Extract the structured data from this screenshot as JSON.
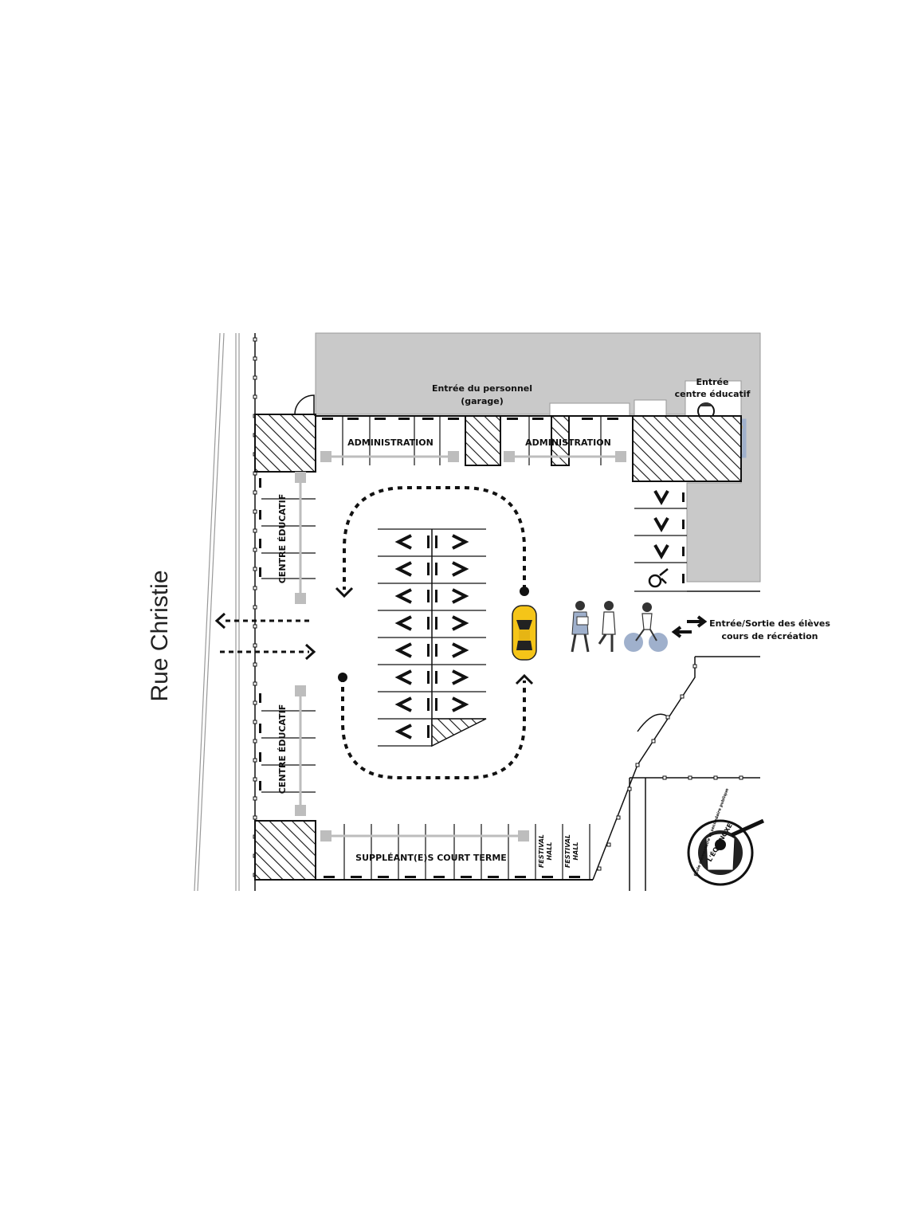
{
  "street_name": "Rue Christie",
  "labels": {
    "staff_entrance_line1": "Entrée du personnel",
    "staff_entrance_line2": "(garage)",
    "edu_entrance_line1": "Entrée",
    "edu_entrance_line2": "centre éducatif",
    "admin_1": "ADMINISTRATION",
    "admin_2": "ADMINISTRATION",
    "centre_educatif_1": "CENTRE ÉDUCATIF",
    "centre_educatif_2": "CENTRE ÉDUCATIF",
    "substitutes": "SUPPLÉANT(E)S COURT TERME",
    "festival_1_line1": "FESTIVAL",
    "festival_1_line2": "HALL",
    "festival_2_line1": "FESTIVAL",
    "festival_2_line2": "HALL",
    "students_entrance_line1": "Entrée/Sortie des élèves",
    "students_entrance_line2": "cours de récréation"
  },
  "logo": {
    "name": "L'ÉQUINOXE",
    "ring_text": "École élémentaire et secondaire publique"
  },
  "colors": {
    "building": "#c9c9c9",
    "car": "#f5c518",
    "cyclist_wheels": "#9fb0cc",
    "bollard": "#bdbdbd"
  },
  "icons": [
    "car-icon",
    "pedestrian-icon",
    "cyclist-icon",
    "bicycle-parking-icon",
    "double-arrow-icon",
    "teacher-child-icon"
  ]
}
